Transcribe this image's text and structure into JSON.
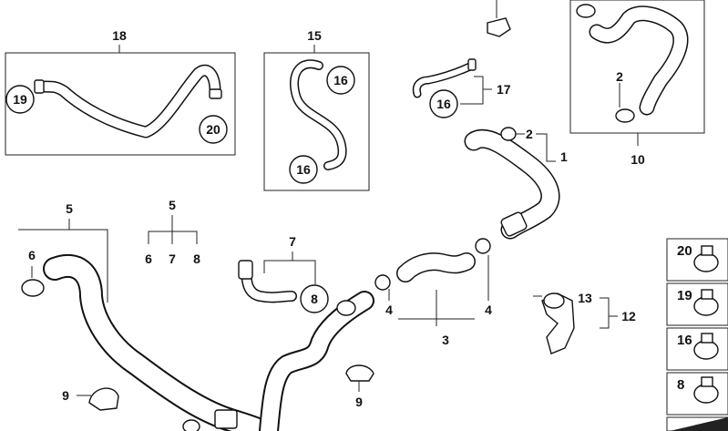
{
  "diagram": {
    "part_labels": {
      "l18": "18",
      "l15": "15",
      "l19": "19",
      "l20": "20",
      "l16a": "16",
      "l16b": "16",
      "l16c": "16",
      "l17": "17",
      "l2a": "2",
      "l1": "1",
      "l2b": "2",
      "l10": "10",
      "l5a": "5",
      "l6a": "6",
      "l5b": "5",
      "l6b": "6",
      "l7b": "7",
      "l8b": "8",
      "l7": "7",
      "l8": "8",
      "l4a": "4",
      "l4b": "4",
      "l3": "3",
      "l13": "13",
      "l12": "12",
      "l9a": "9",
      "l9b": "9"
    },
    "thumbnails": [
      "20",
      "19",
      "16",
      "8"
    ]
  }
}
